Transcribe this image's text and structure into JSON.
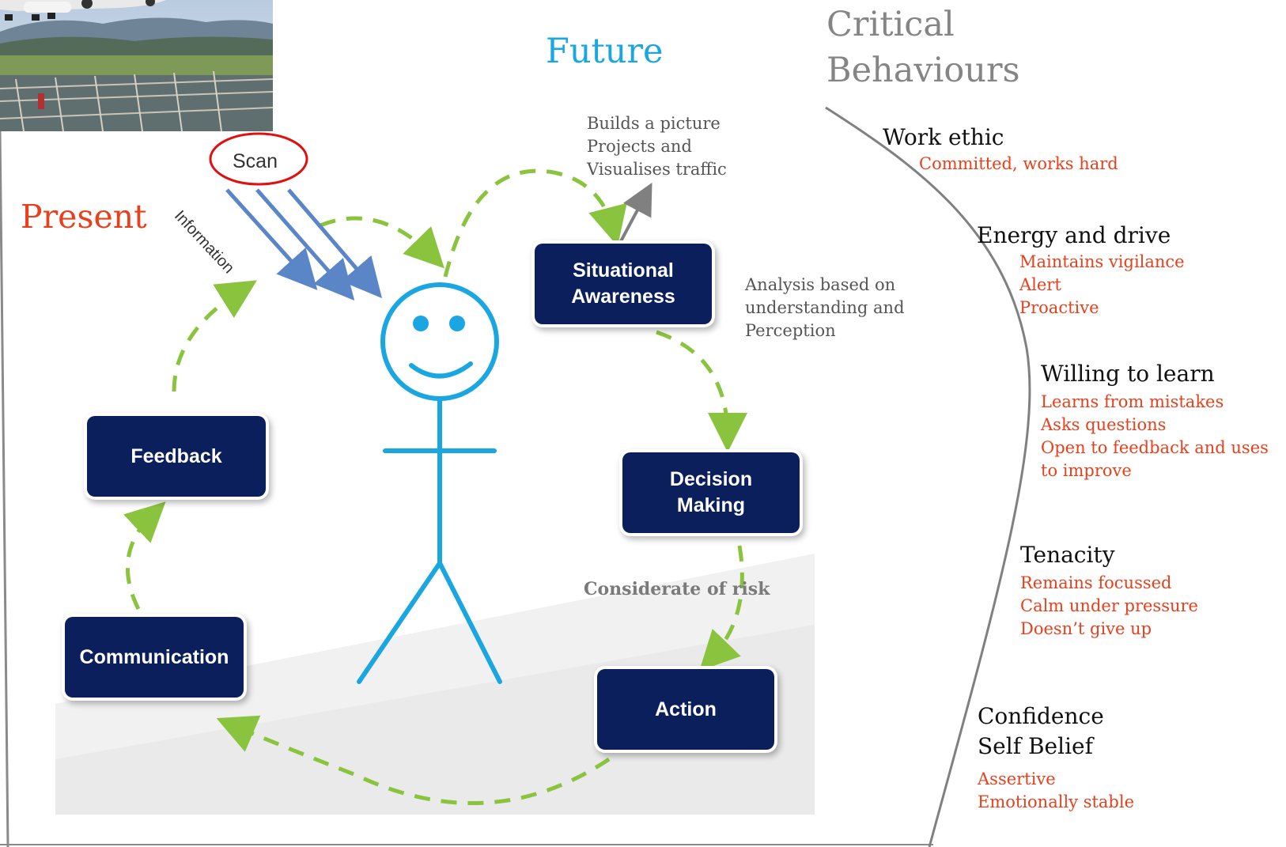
{
  "titles": {
    "present": "Present",
    "future": "Future",
    "critical_line1": "Critical",
    "critical_line2": "Behaviours"
  },
  "labels": {
    "scan": "Scan",
    "information": "Information",
    "considerate_of_risk": "Considerate of risk"
  },
  "notes": {
    "future_lines": [
      "Builds a picture",
      "Projects and",
      "Visualises traffic"
    ],
    "analysis_lines": [
      "Analysis based on",
      "understanding and",
      "Perception"
    ]
  },
  "cycle_boxes": {
    "situational_awareness": [
      "Situational",
      "Awareness"
    ],
    "decision_making": [
      "Decision",
      "Making"
    ],
    "action": "Action",
    "communication": "Communication",
    "feedback": "Feedback"
  },
  "behaviours": [
    {
      "heading": "Work ethic",
      "items": [
        "Committed, works hard"
      ]
    },
    {
      "heading": "Energy and drive",
      "items": [
        "Maintains vigilance",
        "Alert",
        "Proactive"
      ]
    },
    {
      "heading": "Willing to learn",
      "items": [
        "Learns from mistakes",
        "Asks questions",
        "Open to feedback and uses",
        "to improve"
      ]
    },
    {
      "heading": "Tenacity",
      "items": [
        "Remains focussed",
        "Calm under pressure",
        "Doesn’t give up"
      ]
    },
    {
      "heading_lines": [
        "Confidence",
        "Self Belief"
      ],
      "items": [
        "Assertive",
        "Emotionally stable"
      ]
    }
  ],
  "colors": {
    "present_title": "#e8401c",
    "future_title": "#1aa6e0",
    "box_fill": "#0b1f5c",
    "stick_figure": "#1aa6e0",
    "dashed_arrows": "#8ac43f",
    "scan_arrows": "#5a86c8",
    "scan_circle": "#e01010",
    "behaviour_items": "#e8401c"
  }
}
